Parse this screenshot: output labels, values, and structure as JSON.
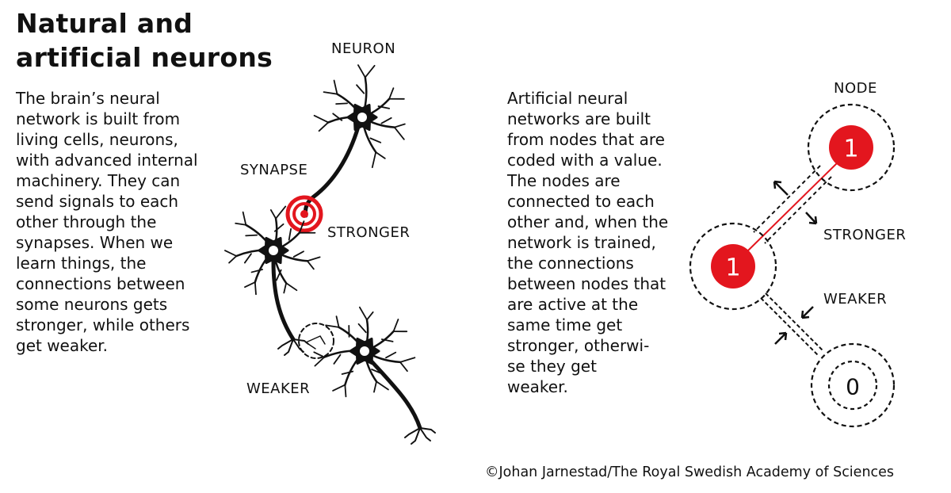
{
  "title": {
    "line1": "Natural and",
    "line2": "artificial neurons"
  },
  "left_text": [
    "The brain’s neural",
    "network is built from",
    "living cells, neurons,",
    "with advanced internal",
    "machinery. They can",
    "send signals to each",
    "other through the",
    "synapses. When we",
    "learn things, the",
    "connections between",
    "some neurons gets",
    "stronger, while others",
    "get weaker."
  ],
  "right_text": [
    "Artificial neural",
    "networks are built",
    "from nodes that are",
    "coded with a value.",
    "The nodes are",
    "connected to each",
    "other and, when the",
    "network is trained,",
    "the connections",
    "between nodes that",
    "are active at the",
    "same time get",
    "stronger, otherwi-",
    "se they get",
    "weaker."
  ],
  "neuron_labels": {
    "neuron": "NEURON",
    "synapse": "SYNAPSE",
    "stronger": "STRONGER",
    "weaker": "WEAKER"
  },
  "node_labels": {
    "node": "NODE",
    "stronger": "STRONGER",
    "weaker": "WEAKER"
  },
  "node_values": {
    "top": "1",
    "middle": "1",
    "bottom": "0"
  },
  "credit": "©Johan Jarnestad/The Royal Swedish Academy of Sciences",
  "colors": {
    "accent": "#e3161e",
    "ink": "#111111"
  }
}
